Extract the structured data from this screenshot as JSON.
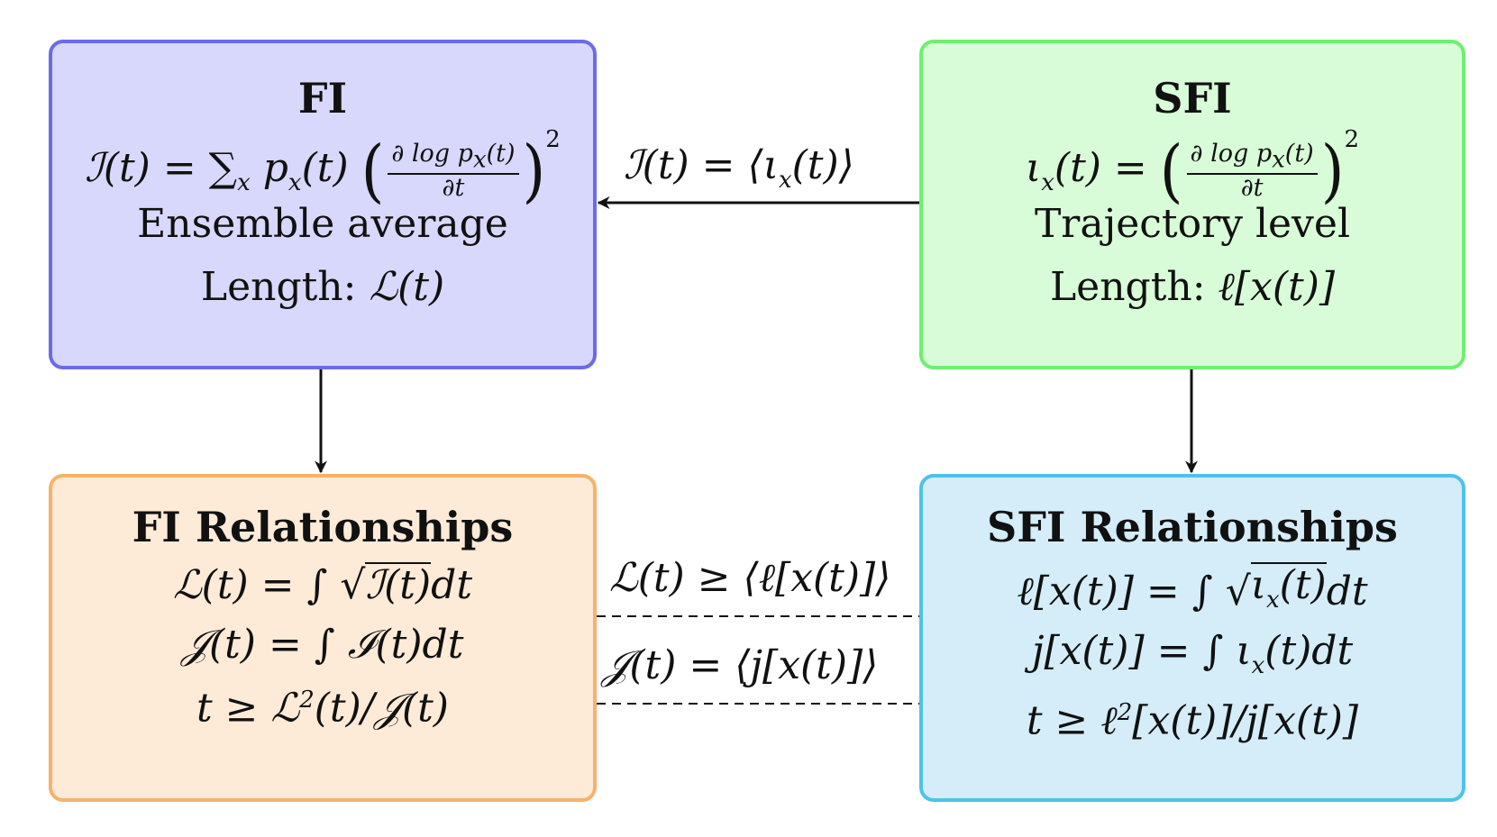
{
  "fi": {
    "title": "FI",
    "lhs": "ℐ(t) = ∑",
    "sub": "x",
    "mid": " p",
    "mid_sub": "x",
    "mid2": "(t) ",
    "frac_num": "∂ log p",
    "frac_num_sub": "x",
    "frac_num2": "(t)",
    "frac_den": "∂t",
    "power": "2",
    "desc": "Ensemble average",
    "length_label": "Length: ",
    "length_expr": "ℒ(t)",
    "border_color": "#6b6bea",
    "fill_color": "#d8d8fc"
  },
  "sfi": {
    "title": "SFI",
    "lhs": "ι",
    "lhs_sub": "x",
    "lhs2": "(t) = ",
    "frac_num": "∂ log p",
    "frac_num_sub": "x",
    "frac_num2": "(t)",
    "frac_den": "∂t",
    "power": "2",
    "desc": "Trajectory level",
    "length_label": "Length: ",
    "length_expr": "ℓ[x(t)]",
    "border_color": "#6ef06e",
    "fill_color": "#d8fcd8"
  },
  "fi_rel": {
    "title": "FI Relationships",
    "eq1_a": "ℒ(t) = ∫ ",
    "eq1_rad": "ℐ(t)",
    "eq1_b": "dt",
    "eq2": "𝒥(t) = ∫ ℐ(t)dt",
    "eq3_a": "t ≥ ℒ",
    "eq3_pow": "2",
    "eq3_b": "(t)/𝒥(t)",
    "border_color": "#f7b26a",
    "fill_color": "#fdebd8"
  },
  "sfi_rel": {
    "title": "SFI Relationships",
    "eq1_a": "ℓ[x(t)] = ∫ ",
    "eq1_rad": "ι",
    "eq1_rad_sub": "x",
    "eq1_rad2": "(t)",
    "eq1_b": "dt",
    "eq2_a": "j[x(t)] = ∫ ι",
    "eq2_sub": "x",
    "eq2_b": "(t)dt",
    "eq3_a": "t ≥ ℓ",
    "eq3_pow": "2",
    "eq3_b": "[x(t)]/j[x(t)]",
    "border_color": "#4cc3ea",
    "fill_color": "#d4edf9"
  },
  "edges": {
    "top_a": "ℐ(t) = ⟨ι",
    "top_sub": "x",
    "top_b": "(t)⟩",
    "mid1": "ℒ(t) ≥ ⟨ℓ[x(t)]⟩",
    "mid2": "𝒥(t) = ⟨j[x(t)]⟩"
  }
}
